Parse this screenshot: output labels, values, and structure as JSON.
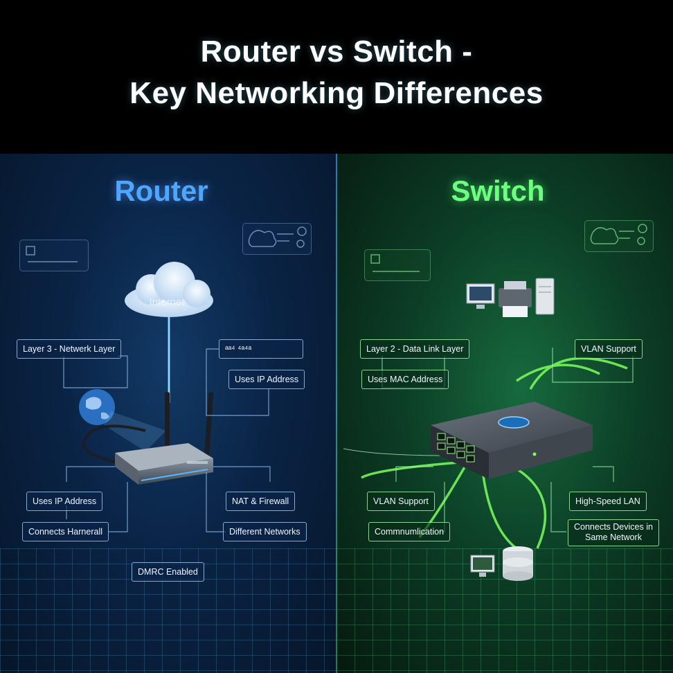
{
  "title": {
    "line1": "Router vs Switch -",
    "line2": "Key Networking Differences"
  },
  "router": {
    "heading": "Router",
    "cloud_label": "Internet",
    "labels": {
      "layer": "Layer 3 - Netwerk Layer",
      "top_right_glyphs": "ᵃᵃ⁴ ⁴ᵃ⁴ᵃ",
      "uses_ip_right": "Uses IP Address",
      "uses_ip_left": "Uses IP Address",
      "nat": "NAT & Firewall",
      "connects": "Connects Harnerall",
      "different": "Different Networks",
      "dmrc": "DMRC Enabled"
    },
    "accent": "#4fa6ff"
  },
  "switch": {
    "heading": "Switch",
    "labels": {
      "layer": "Layer 2 - Data Link Layer",
      "vlan_top": "VLAN Support",
      "mac": "Uses MAC Address",
      "vlan_bottom": "VLAN Support",
      "high_speed": "High-Speed LAN",
      "communication": "Commnumlication",
      "connects_line1": "Connects Devices in",
      "connects_line2": "Same Network"
    },
    "accent": "#6dff7e"
  }
}
